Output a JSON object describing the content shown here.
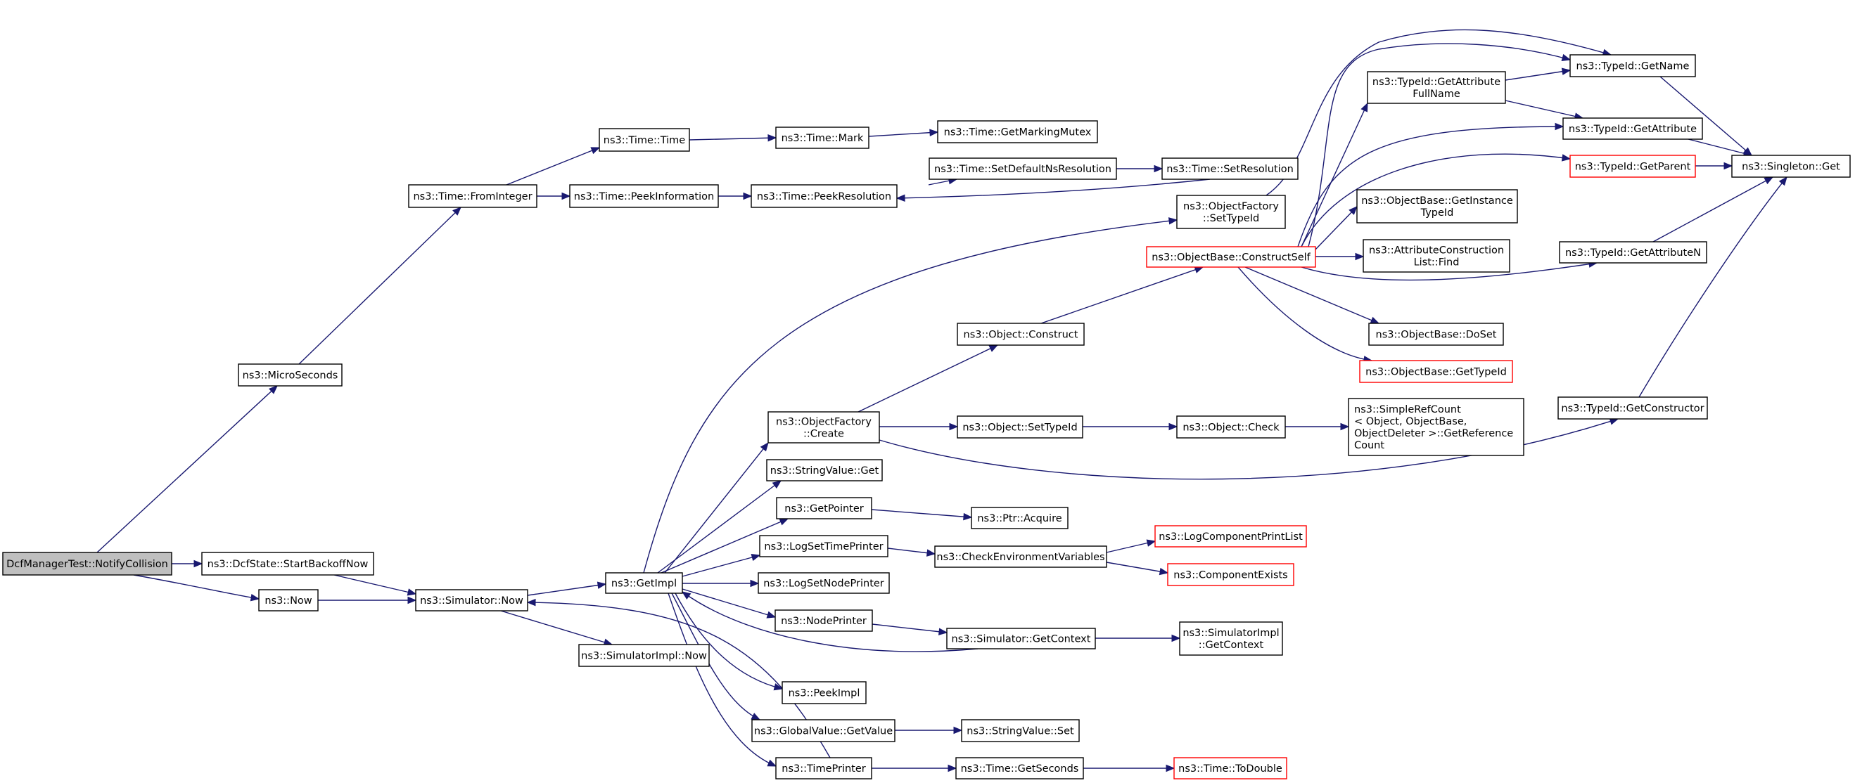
{
  "graph": {
    "colors": {
      "edge": "#191970",
      "node_border": "#000000",
      "link_border": "#ff0000",
      "root_fill": "#bfbfbf",
      "background": "#ffffff"
    },
    "nodes": [
      {
        "id": "root",
        "lines": [
          "DcfManagerTest::NotifyCollision"
        ],
        "style": "root"
      },
      {
        "id": "microseconds",
        "lines": [
          "ns3::MicroSeconds"
        ]
      },
      {
        "id": "startbackoff",
        "lines": [
          "ns3::DcfState::StartBackoffNow"
        ]
      },
      {
        "id": "now",
        "lines": [
          "ns3::Now"
        ]
      },
      {
        "id": "fromint",
        "lines": [
          "ns3::Time::FromInteger"
        ]
      },
      {
        "id": "simnow",
        "lines": [
          "ns3::Simulator::Now"
        ]
      },
      {
        "id": "timetime",
        "lines": [
          "ns3::Time::Time"
        ]
      },
      {
        "id": "peekinfo",
        "lines": [
          "ns3::Time::PeekInformation"
        ]
      },
      {
        "id": "simimplnow",
        "lines": [
          "ns3::SimulatorImpl::Now"
        ]
      },
      {
        "id": "getimpl",
        "lines": [
          "ns3::GetImpl"
        ]
      },
      {
        "id": "timemark",
        "lines": [
          "ns3::Time::Mark"
        ]
      },
      {
        "id": "peekres",
        "lines": [
          "ns3::Time::PeekResolution"
        ]
      },
      {
        "id": "getmarking",
        "lines": [
          "ns3::Time::GetMarkingMutex"
        ]
      },
      {
        "id": "setdefault",
        "lines": [
          "ns3::Time::SetDefaultNsResolution"
        ]
      },
      {
        "id": "setres",
        "lines": [
          "ns3::Time::SetResolution"
        ]
      },
      {
        "id": "objfcreate",
        "lines": [
          "ns3::ObjectFactory",
          "::Create"
        ]
      },
      {
        "id": "strget",
        "lines": [
          "ns3::StringValue::Get"
        ]
      },
      {
        "id": "getpointer",
        "lines": [
          "ns3::GetPointer"
        ]
      },
      {
        "id": "logsettime",
        "lines": [
          "ns3::LogSetTimePrinter"
        ]
      },
      {
        "id": "logsetnode",
        "lines": [
          "ns3::LogSetNodePrinter"
        ]
      },
      {
        "id": "nodeprinter",
        "lines": [
          "ns3::NodePrinter"
        ]
      },
      {
        "id": "peekimpl",
        "lines": [
          "ns3::PeekImpl"
        ]
      },
      {
        "id": "gvgetvalue",
        "lines": [
          "ns3::GlobalValue::GetValue"
        ]
      },
      {
        "id": "timeprinter",
        "lines": [
          "ns3::TimePrinter"
        ]
      },
      {
        "id": "objconstruct",
        "lines": [
          "ns3::Object::Construct"
        ]
      },
      {
        "id": "objsettypeid",
        "lines": [
          "ns3::Object::SetTypeId"
        ]
      },
      {
        "id": "ptracquire",
        "lines": [
          "ns3::Ptr::Acquire"
        ]
      },
      {
        "id": "checkenv",
        "lines": [
          "ns3::CheckEnvironmentVariables"
        ]
      },
      {
        "id": "simgetctx",
        "lines": [
          "ns3::Simulator::GetContext"
        ]
      },
      {
        "id": "strset",
        "lines": [
          "ns3::StringValue::Set"
        ]
      },
      {
        "id": "getseconds",
        "lines": [
          "ns3::Time::GetSeconds"
        ]
      },
      {
        "id": "objfsettypeid",
        "lines": [
          "ns3::ObjectFactory",
          "::SetTypeId"
        ]
      },
      {
        "id": "constructself",
        "lines": [
          "ns3::ObjectBase::ConstructSelf"
        ],
        "style": "red"
      },
      {
        "id": "objcheck",
        "lines": [
          "ns3::Object::Check"
        ]
      },
      {
        "id": "logcomp",
        "lines": [
          "ns3::LogComponentPrintList"
        ],
        "style": "red"
      },
      {
        "id": "compexists",
        "lines": [
          "ns3::ComponentExists"
        ],
        "style": "red"
      },
      {
        "id": "simimplctx",
        "lines": [
          "ns3::SimulatorImpl",
          "::GetContext"
        ]
      },
      {
        "id": "todouble",
        "lines": [
          "ns3::Time::ToDouble"
        ],
        "style": "red"
      },
      {
        "id": "getattrfull",
        "lines": [
          "ns3::TypeId::GetAttribute",
          "FullName"
        ]
      },
      {
        "id": "getinsttype",
        "lines": [
          "ns3::ObjectBase::GetInstance",
          "TypeId"
        ]
      },
      {
        "id": "attrfind",
        "lines": [
          "ns3::AttributeConstruction",
          "List::Find"
        ]
      },
      {
        "id": "doset",
        "lines": [
          "ns3::ObjectBase::DoSet"
        ]
      },
      {
        "id": "gettypeid",
        "lines": [
          "ns3::ObjectBase::GetTypeId"
        ],
        "style": "red"
      },
      {
        "id": "refcount",
        "lines": [
          "ns3::SimpleRefCount",
          "< Object, ObjectBase,",
          "ObjectDeleter >::GetReference",
          "Count"
        ],
        "align": "left"
      },
      {
        "id": "getname",
        "lines": [
          "ns3::TypeId::GetName"
        ]
      },
      {
        "id": "getattribute",
        "lines": [
          "ns3::TypeId::GetAttribute"
        ]
      },
      {
        "id": "getparent",
        "lines": [
          "ns3::TypeId::GetParent"
        ],
        "style": "red"
      },
      {
        "id": "getattrn",
        "lines": [
          "ns3::TypeId::GetAttributeN"
        ]
      },
      {
        "id": "getctor",
        "lines": [
          "ns3::TypeId::GetConstructor"
        ]
      },
      {
        "id": "singleton",
        "lines": [
          "ns3::Singleton::Get"
        ]
      }
    ]
  }
}
